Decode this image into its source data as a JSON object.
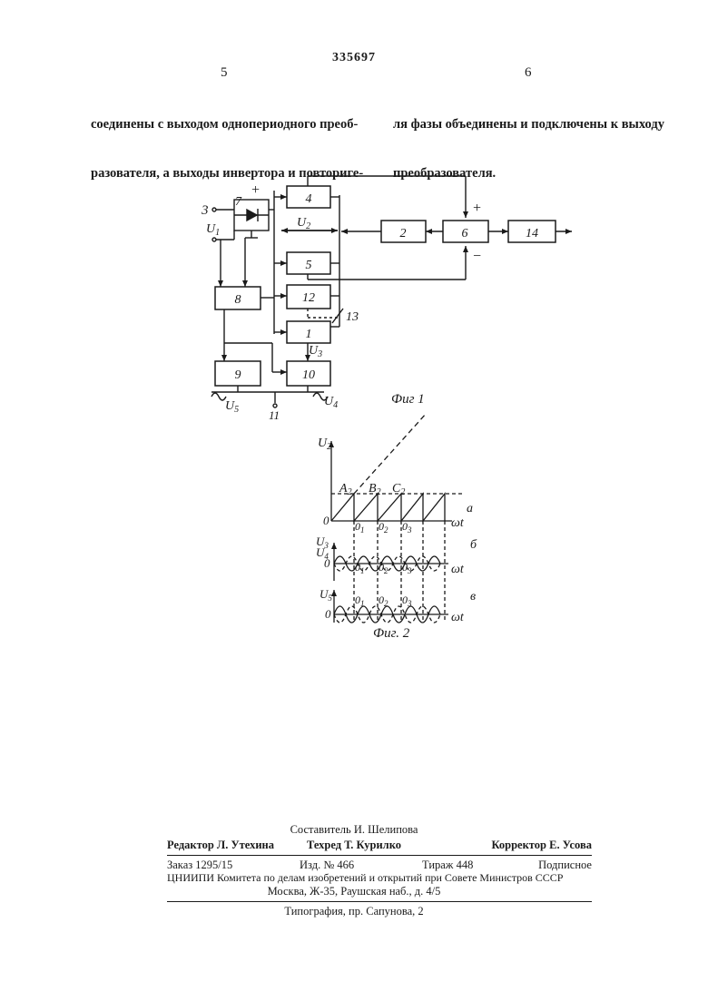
{
  "header": {
    "patent_number": "335697",
    "col_left_number": "5",
    "col_right_number": "6"
  },
  "text": {
    "left_lines": [
      "соединены с выходом однопериодного преоб-",
      "разователя, а выходы инвертора и повториге-"
    ],
    "right_lines": [
      "ля фазы объединены и подключены к выходу",
      "преобразователя."
    ]
  },
  "fig1": {
    "caption": "Фиг 1",
    "blocks": [
      "4",
      "2",
      "6",
      "14",
      "5",
      "12",
      "8",
      "1",
      "9",
      "10"
    ],
    "labels": {
      "terminal_3": "3",
      "rectifier_7": "7",
      "plus_top": "+",
      "u1_u": "U",
      "u1_sub": "1",
      "u2_u": "U",
      "u2_sub": "2",
      "plus_6": "+",
      "minus_6": "−",
      "n13": "13",
      "u3_u": "U",
      "u3_sub": "3",
      "u5_u": "U",
      "u5_sub": "5",
      "terminal_11": "11",
      "u4_u": "U",
      "u4_sub": "4"
    }
  },
  "fig2": {
    "caption": "Фиг. 2",
    "a": {
      "ylabel_u": "U",
      "ylabel_sub": "2",
      "letter": "а",
      "zero": "0",
      "points": [
        {
          "u": "A",
          "sub": "2"
        },
        {
          "u": "B",
          "sub": "2"
        },
        {
          "u": "C",
          "sub": "2"
        }
      ],
      "ticks": [
        {
          "u": "0",
          "sub": "1"
        },
        {
          "u": "0",
          "sub": "2"
        },
        {
          "u": "0",
          "sub": "3"
        }
      ],
      "xlabel": "ωt"
    },
    "b": {
      "ylabel1_u": "U",
      "ylabel1_sub": "3",
      "ylabel2_u": "U",
      "ylabel2_sub": "4",
      "letter": "б",
      "zero": "0",
      "ticks": [
        {
          "u": "0",
          "sub": "1"
        },
        {
          "u": "0",
          "sub": "2"
        },
        {
          "u": "0",
          "sub": "3"
        }
      ],
      "xlabel": "ωt"
    },
    "c": {
      "ylabel_u": "U",
      "ylabel_sub": "5",
      "letter": "в",
      "zero": "0",
      "ticks": [
        {
          "u": "0",
          "sub": "1"
        },
        {
          "u": "0",
          "sub": "2"
        },
        {
          "u": "0",
          "sub": "3"
        }
      ],
      "xlabel": "ωt"
    }
  },
  "imprint": {
    "compiler": "Составитель И. Шелипова",
    "editor": "Редактор Л. Утехина",
    "techred": "Техред Т. Курилко",
    "corrector": "Корректор Е. Усова",
    "order": "Заказ 1295/15",
    "edition": "Изд. № 466",
    "circulation": "Тираж 448",
    "subscription": "Подписное",
    "org_line1": "ЦНИИПИ Комитета по делам изобретений и открытий при Совете Министров СССР",
    "org_line2": "Москва, Ж-35, Раушская наб., д. 4/5",
    "printing": "Типография, пр. Сапунова, 2"
  }
}
